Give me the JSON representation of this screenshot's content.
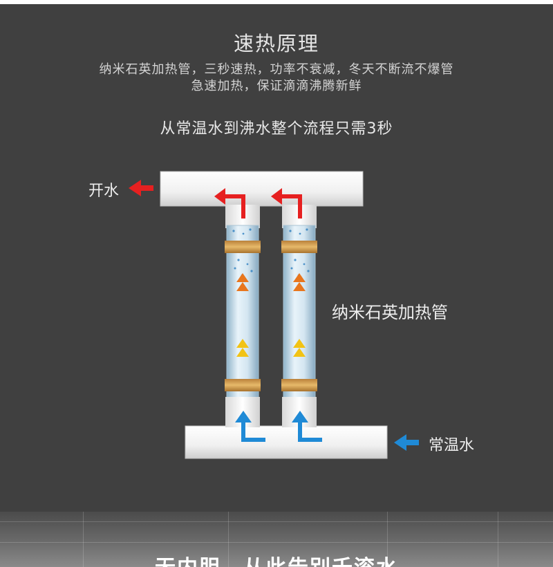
{
  "header": {
    "title": "速热原理",
    "subtitle_line1": "纳米石英加热管，三秒速热，功率不衰减，冬天不断流不爆管",
    "subtitle_line2": "急速加热，保证滴滴沸腾新鲜",
    "headline": "从常温水到沸水整个流程只需3秒"
  },
  "diagram": {
    "label_hot": "开水",
    "label_tube": "纳米石英加热管",
    "label_cold": "常温水",
    "colors": {
      "hot_arrow": "#e62020",
      "cold_arrow": "#1f8ad6",
      "pipe": "#f2f2f2",
      "gold_band": "#d4a24c",
      "orange_chevron": "#e8761e",
      "yellow_chevron": "#f2c315"
    },
    "icons": [
      "left-arrow-red-icon",
      "left-arrow-blue-icon",
      "up-turn-arrow-icon",
      "up-chevron-icon"
    ]
  },
  "footer": {
    "title": "无内胆，从此告别千滚水"
  }
}
